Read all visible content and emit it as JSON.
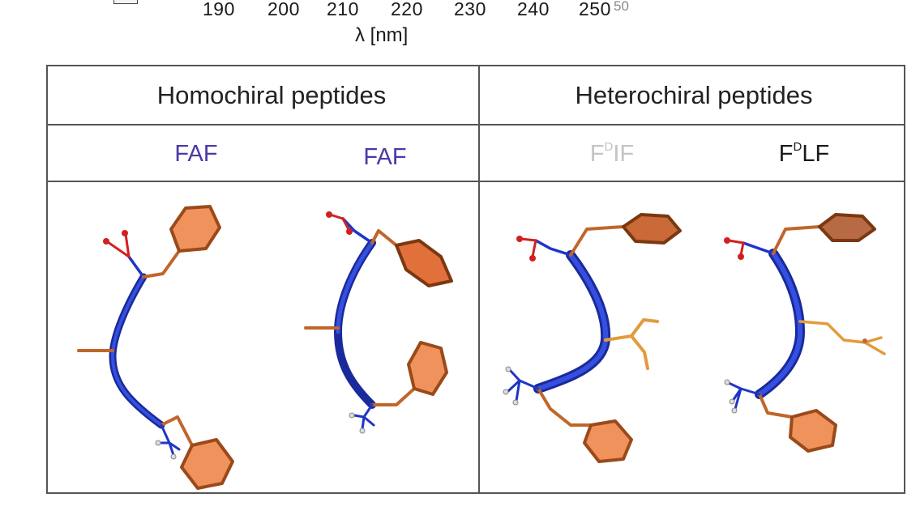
{
  "axis": {
    "ticks": [
      "190",
      "200",
      "210",
      "220",
      "230",
      "240",
      "250"
    ],
    "overlap_tick": "50",
    "xlabel": "λ [nm]"
  },
  "table": {
    "headers": {
      "homochiral": "Homochiral peptides",
      "heterochiral": "Heterochiral peptides"
    },
    "peptides": [
      {
        "prefix": "FAF",
        "sup": "",
        "suffix": "",
        "color": "#4a3aa8"
      },
      {
        "prefix": "FAF",
        "sup": "",
        "suffix": "",
        "color": "#4a3aa8"
      },
      {
        "prefix": "F",
        "sup": "D",
        "suffix": "IF",
        "color": "#c4c4c4"
      },
      {
        "prefix": "F",
        "sup": "D",
        "suffix": "LF",
        "color": "#1a1a1a"
      }
    ]
  },
  "colors": {
    "backbone": "#1f35c8",
    "sidechain": "#c0662a",
    "ring_fill": "#f0925c",
    "oxygen": "#d22020",
    "alkyl": "#e49a3c"
  }
}
